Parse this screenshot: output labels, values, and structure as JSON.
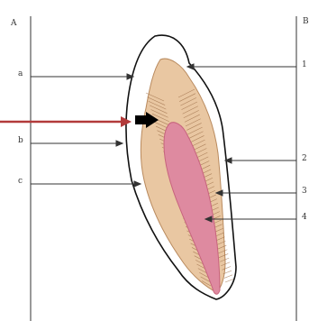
{
  "figure": {
    "column_left_header": "A",
    "column_right_header": "B",
    "labels_left": [
      "a",
      "b",
      "c"
    ],
    "labels_right": [
      "1",
      "2",
      "3",
      "4"
    ]
  },
  "colors": {
    "outline": "#111111",
    "enamel": "#ffffff",
    "dentin_fill": "#e9c7a2",
    "dentin_stroke": "#b98a5e",
    "pulp_fill": "#de8aa0",
    "pulp_edge": "#c7637d",
    "leader_line": "#333333",
    "red_arrow": "#b23a3a",
    "black_arrow": "#000000"
  }
}
